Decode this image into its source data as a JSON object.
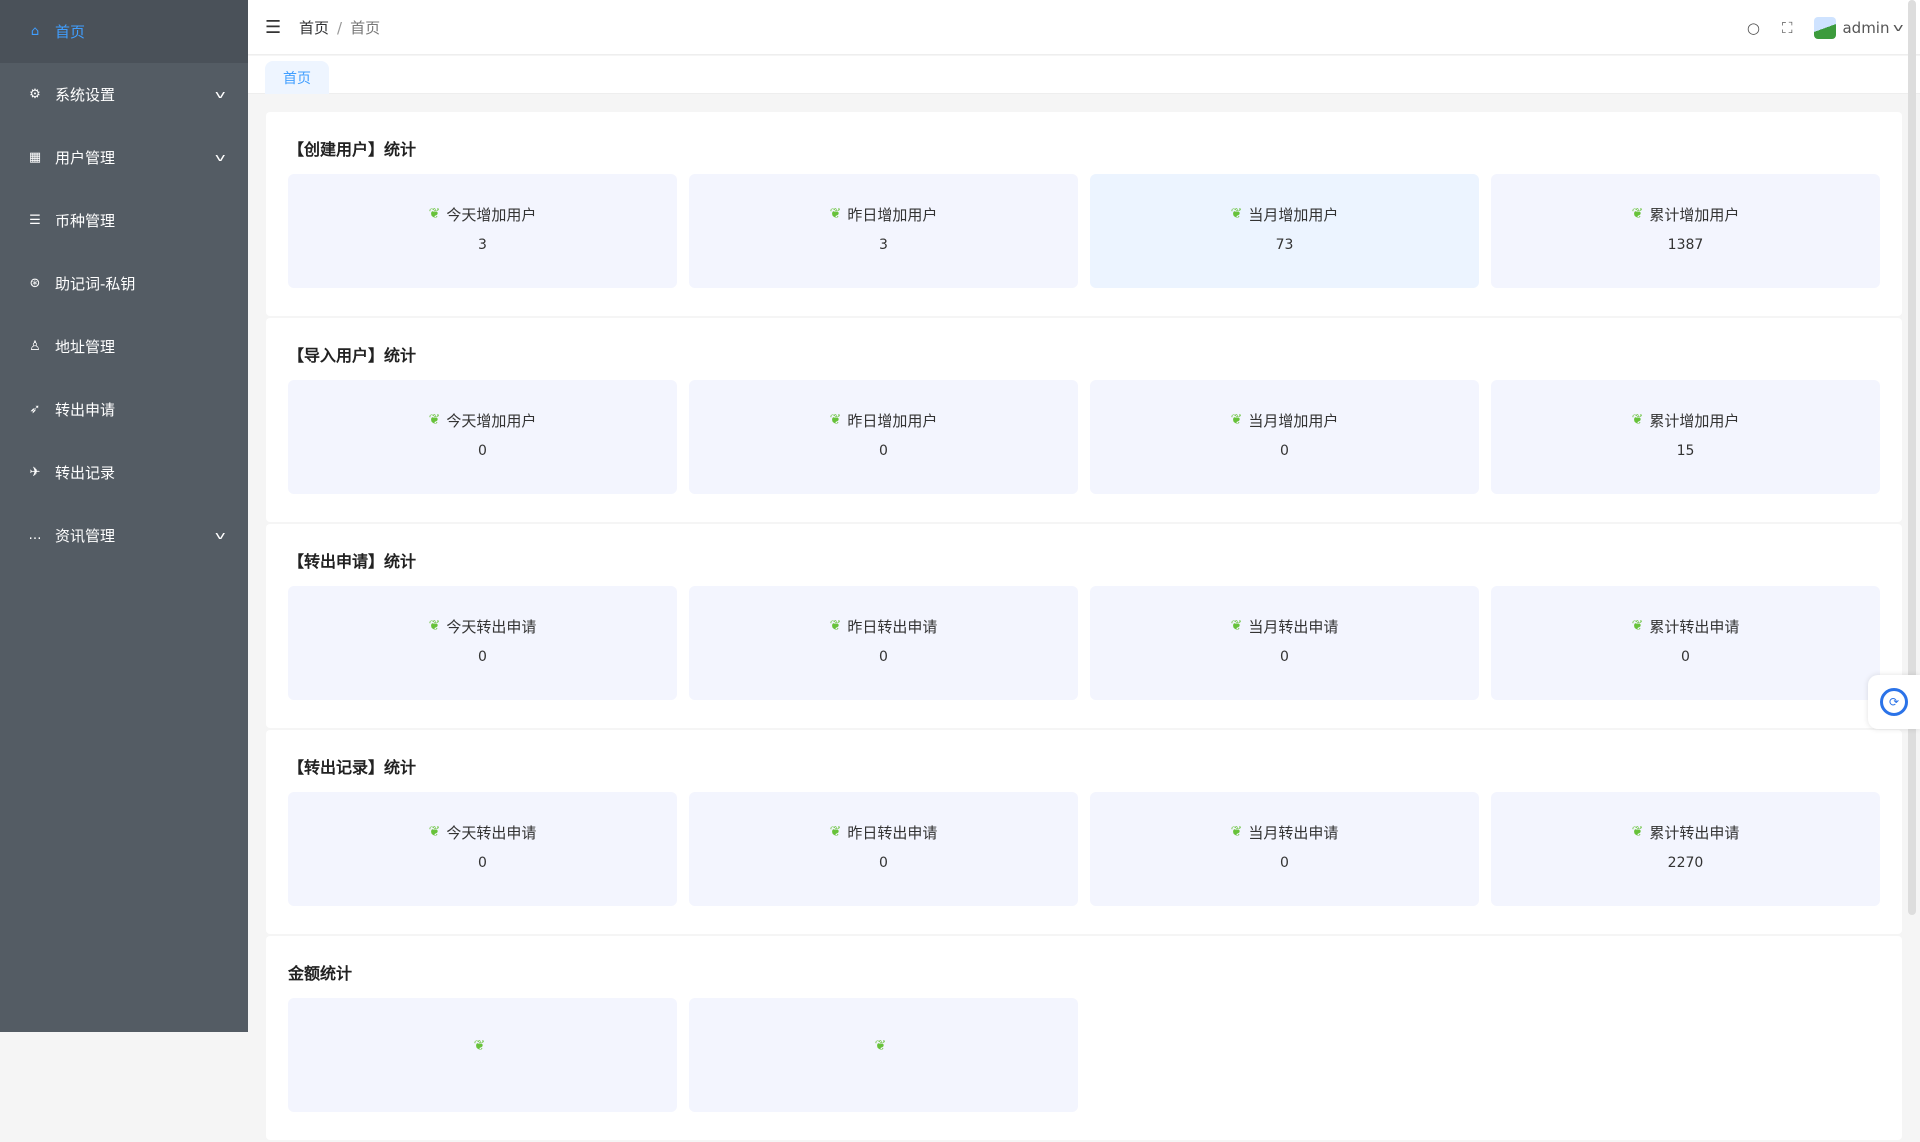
{
  "sidebar": {
    "items": [
      {
        "label": "首页",
        "icon": "home-icon",
        "glyph": "⌂",
        "active": true,
        "expand": false
      },
      {
        "label": "系统设置",
        "icon": "gear-icon",
        "glyph": "⚙",
        "expand": true
      },
      {
        "label": "用户管理",
        "icon": "qrcode-icon",
        "glyph": "▦",
        "expand": true
      },
      {
        "label": "币种管理",
        "icon": "sliders-icon",
        "glyph": "☰",
        "expand": false
      },
      {
        "label": "助记词-私钥",
        "icon": "basketball-icon",
        "glyph": "⊛",
        "expand": false
      },
      {
        "label": "地址管理",
        "icon": "user-icon",
        "glyph": "♙",
        "expand": false
      },
      {
        "label": "转出申请",
        "icon": "rocket-icon",
        "glyph": "➶",
        "expand": false
      },
      {
        "label": "转出记录",
        "icon": "plane-icon",
        "glyph": "✈",
        "expand": false
      },
      {
        "label": "资讯管理",
        "icon": "chat-icon",
        "glyph": "…",
        "expand": true
      }
    ]
  },
  "header": {
    "breadcrumb": [
      "首页",
      "首页"
    ],
    "separator": "/",
    "user": "admin"
  },
  "tabs": [
    {
      "label": "首页"
    }
  ],
  "sections": [
    {
      "title": "【创建用户】统计",
      "cards": [
        {
          "label": "今天增加用户",
          "value": "3"
        },
        {
          "label": "昨日增加用户",
          "value": "3"
        },
        {
          "label": "当月增加用户",
          "value": "73"
        },
        {
          "label": "累计增加用户",
          "value": "1387"
        }
      ]
    },
    {
      "title": "【导入用户】统计",
      "cards": [
        {
          "label": "今天增加用户",
          "value": "0"
        },
        {
          "label": "昨日增加用户",
          "value": "0"
        },
        {
          "label": "当月增加用户",
          "value": "0"
        },
        {
          "label": "累计增加用户",
          "value": "15"
        }
      ]
    },
    {
      "title": "【转出申请】统计",
      "cards": [
        {
          "label": "今天转出申请",
          "value": "0"
        },
        {
          "label": "昨日转出申请",
          "value": "0"
        },
        {
          "label": "当月转出申请",
          "value": "0"
        },
        {
          "label": "累计转出申请",
          "value": "0"
        }
      ]
    },
    {
      "title": "【转出记录】统计",
      "cards": [
        {
          "label": "今天转出申请",
          "value": "0"
        },
        {
          "label": "昨日转出申请",
          "value": "0"
        },
        {
          "label": "当月转出申请",
          "value": "0"
        },
        {
          "label": "累计转出申请",
          "value": "2270"
        }
      ]
    },
    {
      "title": "金额统计",
      "cards": [
        {
          "label": "",
          "value": ""
        },
        {
          "label": "",
          "value": ""
        }
      ]
    }
  ]
}
